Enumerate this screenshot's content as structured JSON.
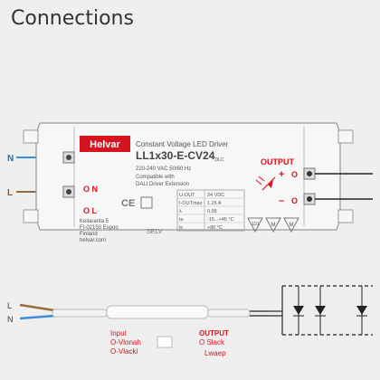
{
  "page": {
    "title": "Connections"
  },
  "driver": {
    "brand": "Helvar",
    "type": "Constant Voltage LED Driver",
    "model": "LL1x30-E-CV24",
    "model_suffix": "DLC",
    "voltage": "220-240 VAC 50/60 Hz",
    "compat_line1": "Compatible with",
    "compat_line2": "DALI Driver Extension",
    "address_line1": "Keilaranta 5",
    "address_line2": "FI-02150 Espoo",
    "address_line3": "Finland",
    "website": "helvar.com",
    "selv": "SELV",
    "specs": [
      {
        "label": "U-OUT",
        "value": "24 VDC"
      },
      {
        "label": "I-OUTmax",
        "value": "1.25 A"
      },
      {
        "label": "λ",
        "value": "0.95"
      },
      {
        "label": "ta",
        "value": "-15...+45 °C"
      },
      {
        "label": "tc",
        "value": "+80 °C"
      }
    ],
    "symbols": [
      "110",
      "M",
      "M"
    ],
    "output_label": "OUTPUT",
    "plus": "+",
    "minus": "–",
    "in_n_mark": "O N",
    "in_l_mark": "O L"
  },
  "wires": {
    "n_label": "N",
    "l_label": "L",
    "lower_l": "L",
    "lower_n": "N"
  },
  "bottom": {
    "input_label": "Input",
    "input_line1": "O-Vlonah",
    "input_line2": "O-Vlacki",
    "output_label": "OUTPUT",
    "output_line1": "O Slack",
    "output_line2": "Lwaep"
  },
  "colors": {
    "n_wire": "#3f8fd6",
    "l_wire": "#9a6a3c",
    "accent": "#e0101a",
    "brand_box": "#d6141e"
  }
}
